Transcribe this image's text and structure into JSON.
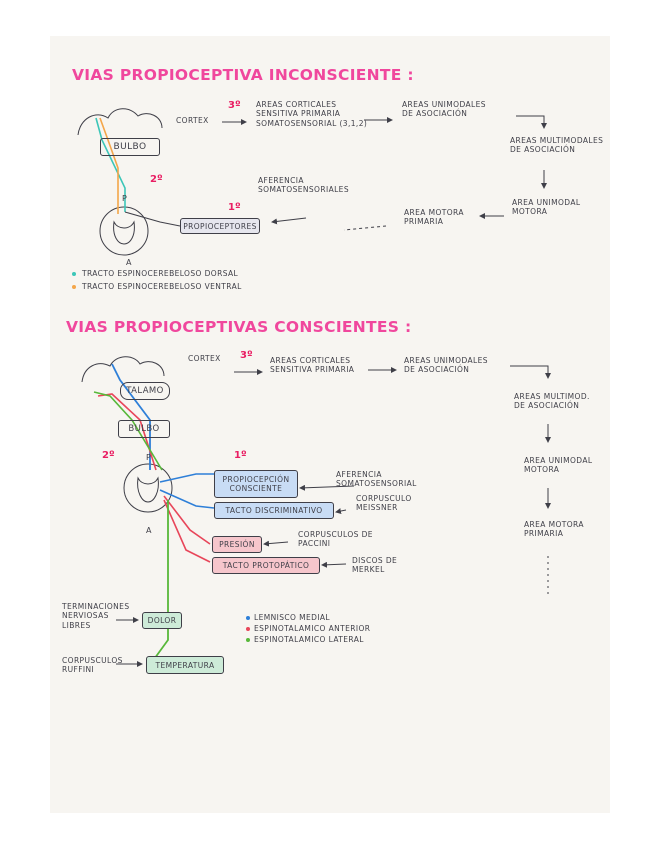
{
  "section1": {
    "title": "VIAS PROPIOCEPTIVA INCONSCIENTE :",
    "cortex": "CORTEX",
    "step3": "3º",
    "step2": "2º",
    "step1": "1º",
    "areas_corticales": [
      "AREAS CORTICALES",
      "SENSITIVA PRIMARIA",
      "SOMATOSENSORIAL (3,1,2)"
    ],
    "areas_unimodales": [
      "AREAS UNIMODALES",
      "DE ASOCIACIÓN"
    ],
    "areas_multimodales": [
      "AREAS MULTIMODALES",
      "DE ASOCIACIÓN"
    ],
    "area_unimodal_motora": [
      "AREA UNIMODAL",
      "MOTORA"
    ],
    "area_motora_primaria": [
      "AREA MOTORA",
      "PRIMARIA"
    ],
    "bulbo": "BULBO",
    "aferencia": [
      "AFERENCIA",
      "SOMATOSENSORIALES"
    ],
    "propioceptores": "PROPIOCEPTORES",
    "p": "P",
    "a": "A",
    "legend": [
      {
        "label": "TRACTO ESPINOCEREBELOSO DORSAL",
        "color": "#3cc6b8"
      },
      {
        "label": "TRACTO ESPINOCEREBELOSO VENTRAL",
        "color": "#f4a64a"
      }
    ]
  },
  "section2": {
    "title": "VIAS PROPIOCEPTIVAS CONSCIENTES :",
    "cortex": "CORTEX",
    "step3": "3º",
    "step2": "2º",
    "step1": "1º",
    "areas_corticales": [
      "AREAS CORTICALES",
      "SENSITIVA PRIMARIA"
    ],
    "areas_unimodales": [
      "AREAS UNIMODALES",
      "DE ASOCIACIÓN"
    ],
    "areas_multimodales": [
      "AREAS MULTIMOD.",
      "DE ASOCIACIÓN"
    ],
    "area_unimodal_motora": [
      "AREA UNIMODAL",
      "MOTORA"
    ],
    "area_motora_primaria": [
      "AREA MOTORA",
      "PRIMARIA"
    ],
    "talamo": "TALAMO",
    "bulbo": "BULBO",
    "p": "P",
    "a": "A",
    "propiocepcion": [
      "PROPIOCEPCIÓN",
      "CONSCIENTE"
    ],
    "tacto_discriminativo": "TACTO DISCRIMINATIVO",
    "presion": "PRESIÓN",
    "tacto_protopatico": "TACTO PROTOPÁTICO",
    "aferencia": [
      "AFERENCIA",
      "SOMATOSENSORIAL"
    ],
    "meissner": [
      "CORPUSCULO",
      "MEISSNER"
    ],
    "pacini": [
      "CORPUSCULOS DE",
      "PACCINI"
    ],
    "merkel": [
      "DISCOS DE",
      "MERKEL"
    ],
    "dolor": "DOLOR",
    "temperatura": "TEMPERATURA",
    "terminaciones": [
      "TERMINACIONES",
      "NERVIOSAS",
      "LIBRES"
    ],
    "ruffini": [
      "CORPUSCULOS",
      "RUFFINI"
    ],
    "legend": [
      {
        "label": "LEMNISCO MEDIAL",
        "color": "#2e7fd8"
      },
      {
        "label": "ESPINOTALAMICO ANTERIOR",
        "color": "#e8465a"
      },
      {
        "label": "ESPINOTALAMICO LATERAL",
        "color": "#58b83a"
      }
    ]
  }
}
